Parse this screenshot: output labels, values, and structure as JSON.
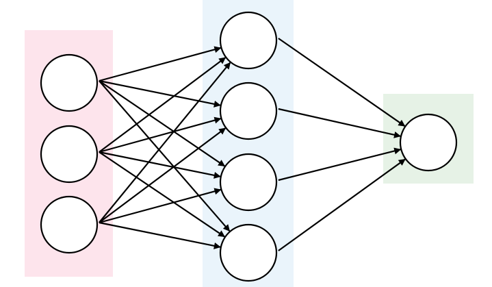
{
  "diagram": {
    "type": "feed-forward-neural-network",
    "connectivity": "fully-connected",
    "edge_color": "#000000",
    "node_fill": "#ffffff",
    "node_stroke": "#000000",
    "layers": [
      {
        "id": "input",
        "role": "input-layer",
        "node_count": 3,
        "band_color": "#fde4ec"
      },
      {
        "id": "hidden",
        "role": "hidden-layer",
        "node_count": 4,
        "band_color": "#eaf4fb"
      },
      {
        "id": "output",
        "role": "output-layer",
        "node_count": 1,
        "band_color": "#e6f2e6"
      }
    ]
  }
}
